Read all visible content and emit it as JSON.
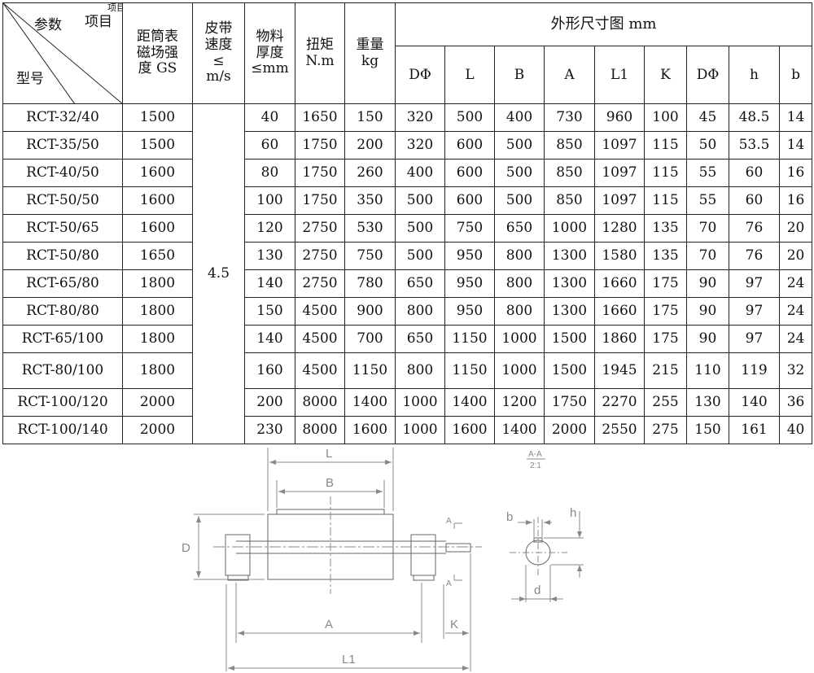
{
  "header": {
    "corner": {
      "top_small": "项目",
      "params": "参数",
      "item": "项目",
      "model": "型号"
    },
    "field_strength": "距筒表\n磁场强\n度 GS",
    "belt_speed": "皮带\n速度\n≤\nm/s",
    "material_thickness": "物料\n厚度\n≤mm",
    "torque": "扭矩\nN.m",
    "weight": "重量\nkg",
    "dimensions_group": "外形尺寸图 mm",
    "dim_cols": [
      "DΦ",
      "L",
      "B",
      "A",
      "L1",
      "K",
      "DΦ",
      "h",
      "b"
    ]
  },
  "belt_speed_value": "4.5",
  "rows": [
    [
      "RCT-32/40",
      "1500",
      "40",
      "1650",
      "150",
      "320",
      "500",
      "400",
      "730",
      "960",
      "100",
      "45",
      "48.5",
      "14"
    ],
    [
      "RCT-35/50",
      "1500",
      "60",
      "1750",
      "200",
      "320",
      "600",
      "500",
      "850",
      "1097",
      "115",
      "50",
      "53.5",
      "14"
    ],
    [
      "RCT-40/50",
      "1600",
      "80",
      "1750",
      "260",
      "400",
      "600",
      "500",
      "850",
      "1097",
      "115",
      "55",
      "60",
      "16"
    ],
    [
      "RCT-50/50",
      "1600",
      "100",
      "1750",
      "350",
      "500",
      "600",
      "500",
      "850",
      "1097",
      "115",
      "55",
      "60",
      "16"
    ],
    [
      "RCT-50/65",
      "1600",
      "120",
      "2750",
      "530",
      "500",
      "750",
      "650",
      "1000",
      "1280",
      "135",
      "70",
      "76",
      "20"
    ],
    [
      "RCT-50/80",
      "1650",
      "130",
      "2750",
      "750",
      "500",
      "950",
      "800",
      "1300",
      "1580",
      "135",
      "70",
      "76",
      "20"
    ],
    [
      "RCT-65/80",
      "1800",
      "140",
      "2750",
      "780",
      "650",
      "950",
      "800",
      "1300",
      "1660",
      "175",
      "90",
      "97",
      "24"
    ],
    [
      "RCT-80/80",
      "1800",
      "150",
      "4500",
      "900",
      "800",
      "950",
      "800",
      "1300",
      "1660",
      "175",
      "90",
      "97",
      "24"
    ],
    [
      "RCT-65/100",
      "1800",
      "140",
      "4500",
      "700",
      "650",
      "1150",
      "1000",
      "1500",
      "1860",
      "175",
      "90",
      "97",
      "24"
    ],
    [
      "RCT-80/100",
      "1800",
      "160",
      "4500",
      "1150",
      "800",
      "1150",
      "1000",
      "1500",
      "1945",
      "215",
      "110",
      "119",
      "32"
    ],
    [
      "RCT-100/120",
      "2000",
      "200",
      "8000",
      "1400",
      "1000",
      "1400",
      "1200",
      "1750",
      "2270",
      "255",
      "130",
      "140",
      "36"
    ],
    [
      "RCT-100/140",
      "2000",
      "230",
      "8000",
      "1600",
      "1000",
      "1600",
      "1400",
      "2000",
      "2550",
      "275",
      "150",
      "161",
      "40"
    ]
  ],
  "drawing": {
    "labels": {
      "L": "L",
      "B": "B",
      "D": "D",
      "A": "A",
      "L1": "L1",
      "K": "K",
      "section_a": "A",
      "b": "b",
      "h": "h",
      "d": "d"
    },
    "section_title": "A-A",
    "section_scale": "2:1"
  }
}
